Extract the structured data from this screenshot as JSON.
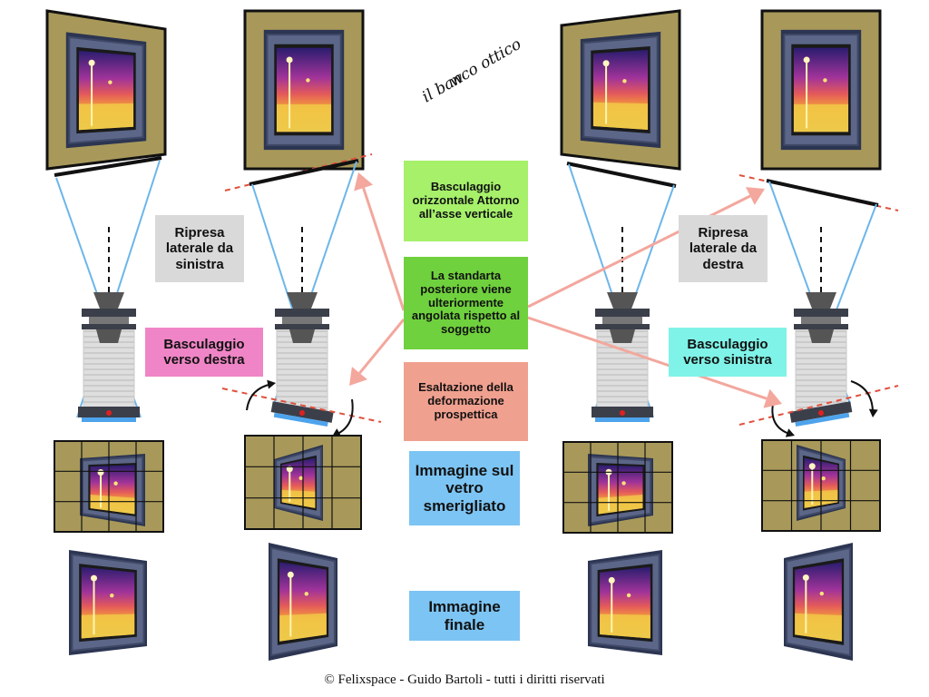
{
  "handwritten": {
    "mark": "w",
    "title": "il banco ottico"
  },
  "labels": {
    "ripresa_sinistra": "Ripresa laterale da sinistra",
    "ripresa_destra": "Ripresa laterale da destra",
    "basculaggio_destra": "Basculaggio verso destra",
    "basculaggio_sinistra": "Basculaggio verso sinistra",
    "basculaggio_orizzontale": "Basculaggio orizzontale Attorno all’asse verticale",
    "standarta": "La standarta posteriore viene ulteriormente angolata rispetto al soggetto",
    "esaltazione": "Esaltazione della deformazione prospettica",
    "vetro": "Immagine sul vetro smerigliato",
    "finale": "Immagine finale"
  },
  "colors": {
    "gray_box": "#d9d9d9",
    "pink_box": "#ef85c6",
    "cyan_box": "#7ff3e8",
    "light_green_box": "#a6f06a",
    "green_box": "#6fd13d",
    "salmon_box": "#f0a08f",
    "blue_box": "#7cc4f3",
    "olive_background": "#a8995a",
    "dark_frame": "#2c3552",
    "sky_line": "#6cb6ea",
    "arrow_pink": "#f3a79d",
    "dashed_red": "#e0503c"
  },
  "footer": {
    "copyright": "© Felixspace - Guido Bartoli - tutti i diritti riservati"
  }
}
